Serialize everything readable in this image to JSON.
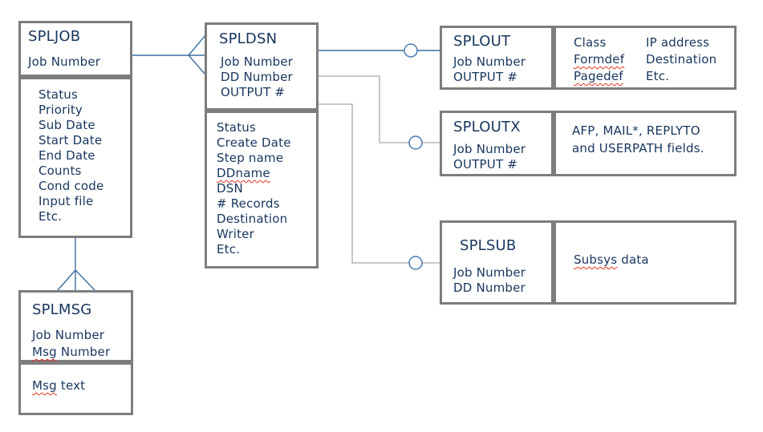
{
  "colors": {
    "navy": "#17365d",
    "border-gray": "#7d7d7d",
    "wire-blue": "#3c6e9f",
    "wire-gray": "#a8a8a8",
    "circle-blue": "#4779b4",
    "squiggle-red": "#e0301e",
    "canvas-bg": "#ffffff"
  },
  "entities": {
    "spljob": {
      "title": "SPLJOB",
      "keys": [
        "Job Number"
      ],
      "attributes": [
        "Status",
        "Priority",
        "Sub Date",
        "Start Date",
        "End Date",
        "Counts",
        "Cond code",
        "Input file",
        "Etc."
      ]
    },
    "spldsn": {
      "title": "SPLDSN",
      "keys": [
        "Job Number",
        "DD Number",
        "OUTPUT #"
      ],
      "attributes": [
        "Status",
        "Create Date",
        "Step name",
        "DDname",
        "DSN",
        "# Records",
        "Destination",
        "Writer",
        "Etc."
      ]
    },
    "splout": {
      "title": "SPLOUT",
      "keys": [
        "Job Number",
        "OUTPUT #"
      ],
      "col1": [
        "Class",
        "Formdef",
        "Pagedef"
      ],
      "col2": [
        "IP address",
        "Destination",
        "Etc."
      ]
    },
    "sploutx": {
      "title": "SPLOUTX",
      "keys": [
        "Job Number",
        "OUTPUT #"
      ],
      "body": "AFP, MAIL*, REPLYTO and USERPATH fields."
    },
    "splsub": {
      "title": "SPLSUB",
      "keys": [
        "Job Number",
        "DD Number"
      ],
      "body_word": "Subsys",
      "body_rest": " data"
    },
    "splmsg": {
      "title": "SPLMSG",
      "key1": "Job Number",
      "key2_word": "Msg",
      "key2_rest": " Number",
      "body_word": "Msg",
      "body_rest": " text"
    }
  },
  "connectors": [
    {
      "from": "SPLJOB",
      "to": "SPLDSN",
      "end_symbol": "crow-foot"
    },
    {
      "from": "SPLDSN",
      "to": "SPLOUT",
      "end_symbol": "optional-circle"
    },
    {
      "from": "SPLDSN",
      "to": "SPLOUTX",
      "end_symbol": "optional-circle"
    },
    {
      "from": "SPLDSN",
      "to": "SPLSUB",
      "end_symbol": "optional-circle"
    },
    {
      "from": "SPLJOB",
      "to": "SPLMSG",
      "end_symbol": "crow-foot"
    }
  ]
}
